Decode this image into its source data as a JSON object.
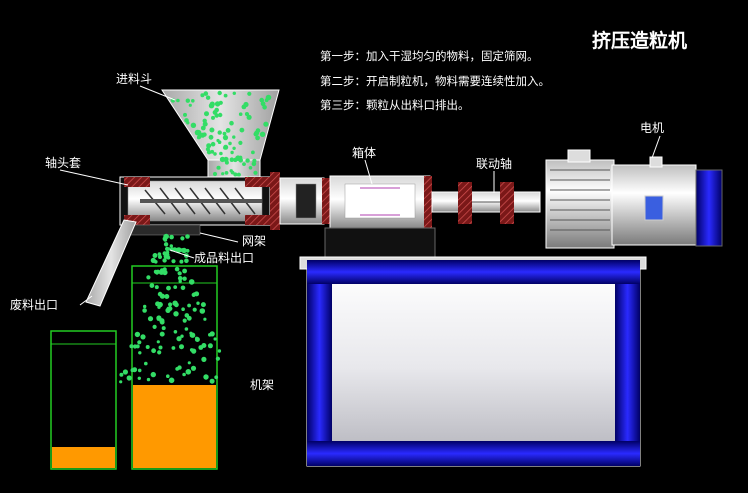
{
  "title": "挤压造粒机",
  "steps": [
    "第一步：加入干湿均匀的物料，固定筛网。",
    "第二步：开启制粒机，物料需要连续性加入。",
    "第三步：颗粒从出料口排出。"
  ],
  "labels": {
    "hopper": "进料斗",
    "shaft_sleeve": "轴头套",
    "screen_frame": "网架",
    "product_outlet": "成品料出口",
    "waste_outlet": "废料出口",
    "frame": "机架",
    "housing": "箱体",
    "coupling": "联动轴",
    "motor": "电机"
  },
  "colors": {
    "background": "#000000",
    "granule": "#33dd66",
    "product_fill": "#ff9900",
    "frame_blue": "#1a1ad0",
    "hopper_gray": "#c8c8c8",
    "flange_red": "#a03030"
  }
}
